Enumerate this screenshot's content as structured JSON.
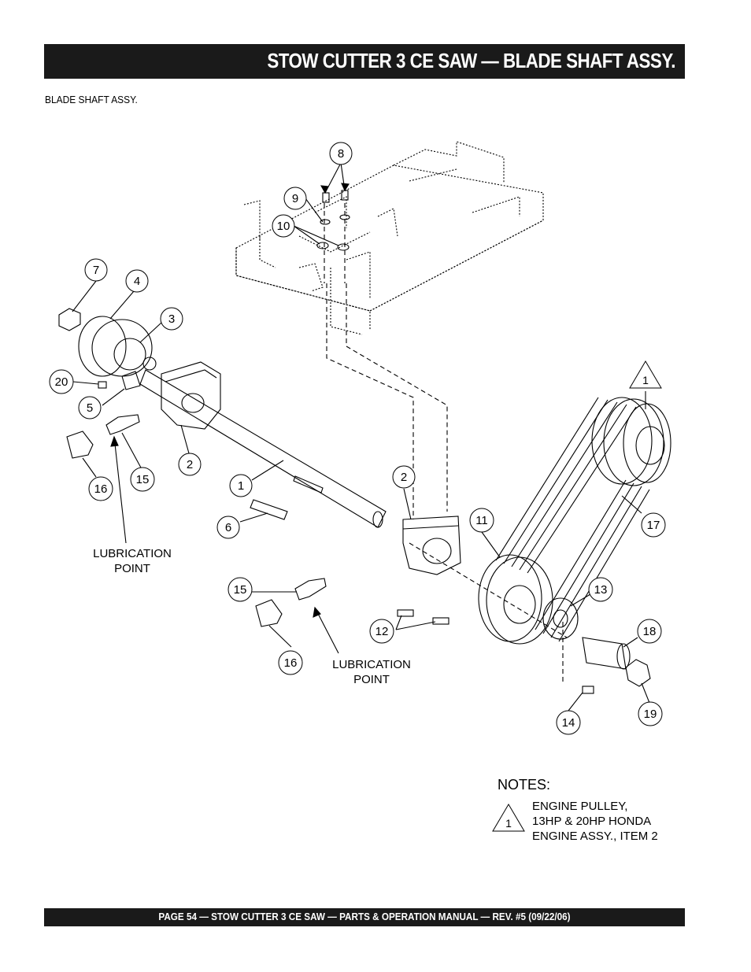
{
  "header": {
    "title": "STOW CUTTER 3 CE SAW — BLADE SHAFT ASSY."
  },
  "section": {
    "subtitle": "BLADE SHAFT ASSY."
  },
  "callouts": {
    "c1": "1",
    "c2a": "2",
    "c2b": "2",
    "c3": "3",
    "c4": "4",
    "c5": "5",
    "c6": "6",
    "c7": "7",
    "c8": "8",
    "c9": "9",
    "c10": "10",
    "c11": "11",
    "c12": "12",
    "c13": "13",
    "c14": "14",
    "c15a": "15",
    "c15b": "15",
    "c16a": "16",
    "c16b": "16",
    "c17": "17",
    "c18": "18",
    "c19": "19",
    "c20": "20",
    "tri": "1"
  },
  "lubrication": {
    "line1": "LUBRICATION",
    "line2": "POINT"
  },
  "notes": {
    "heading": "NOTES:",
    "symbol": "1",
    "line1": "ENGINE PULLEY,",
    "line2": "13HP & 20HP HONDA",
    "line3": "ENGINE ASSY., ITEM 2"
  },
  "footer": {
    "text": "PAGE 54 — STOW CUTTER 3 CE SAW — PARTS & OPERATION MANUAL — REV. #5 (09/22/06)"
  }
}
